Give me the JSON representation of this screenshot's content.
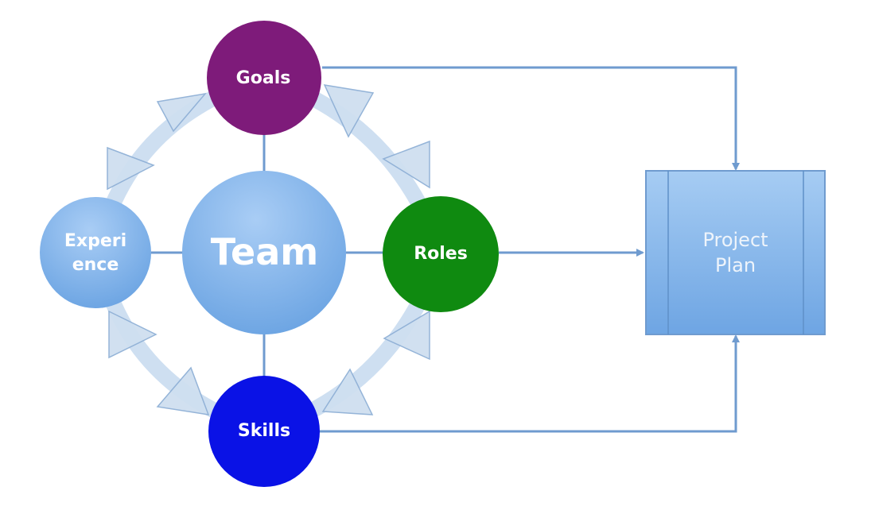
{
  "nodes": {
    "team": {
      "label": "Team",
      "color": "#7fb0e6"
    },
    "goals": {
      "label": "Goals",
      "color": "#7e1b7a"
    },
    "roles": {
      "label": "Roles",
      "color": "#0f8a10"
    },
    "skills": {
      "label": "Skills",
      "color": "#0a12e6"
    },
    "experience": {
      "line1": "Experi",
      "line2": "ence",
      "color": "#82b2e8"
    }
  },
  "project_plan": {
    "line1": "Project",
    "line2": "Plan",
    "color": "#8dbbec"
  },
  "colors": {
    "connector": "#6f9bcf",
    "cycle_ring": "#c9dbef",
    "cycle_arrow_fill": "#cfdff0",
    "cycle_arrow_stroke": "#8fb0d6"
  }
}
